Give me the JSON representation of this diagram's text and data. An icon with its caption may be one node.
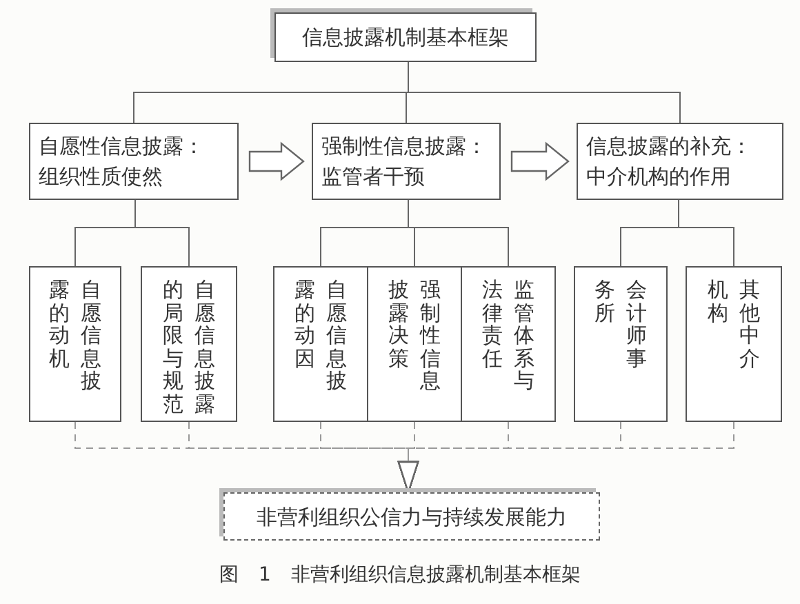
{
  "diagram": {
    "caption": "图 1 非营利组织信息披露机制基本框架",
    "nodes": [
      {
        "text": [
          "信息披露机制基本框架"
        ]
      },
      {
        "text": [
          "自愿性信息披露：",
          "组织性质使然"
        ]
      },
      {
        "text": [
          "强制性信息披露：",
          "监管者干预"
        ]
      },
      {
        "text": [
          "信息披露的补充：",
          "中介机构的作用"
        ]
      },
      {
        "text": [
          "自愿信息披露的动机"
        ]
      },
      {
        "text": [
          "自愿信息披露的局限与规范"
        ]
      },
      {
        "text": [
          "自愿信息披露的动因"
        ]
      },
      {
        "text": [
          "强制性信息披露决策"
        ]
      },
      {
        "text": [
          "监管体系与法律责任"
        ]
      },
      {
        "text": [
          "会计师事务所"
        ]
      },
      {
        "text": [
          "其他中介机构"
        ]
      },
      {
        "text": [
          "非营利组织公信力与持续发展能力"
        ]
      }
    ],
    "edges": [
      {
        "from": 0,
        "to": 1,
        "arrow": "none"
      },
      {
        "from": 0,
        "to": 2,
        "arrow": "none"
      },
      {
        "from": 0,
        "to": 3,
        "arrow": "none"
      },
      {
        "from": 1,
        "to": 2,
        "arrow": "to"
      },
      {
        "from": 2,
        "to": 3,
        "arrow": "to"
      },
      {
        "from": 1,
        "to": 4,
        "arrow": "none"
      },
      {
        "from": 1,
        "to": 5,
        "arrow": "none"
      },
      {
        "from": 2,
        "to": 6,
        "arrow": "none"
      },
      {
        "from": 2,
        "to": 7,
        "arrow": "none"
      },
      {
        "from": 2,
        "to": 8,
        "arrow": "none"
      },
      {
        "from": 3,
        "to": 9,
        "arrow": "none"
      },
      {
        "from": 3,
        "to": 10,
        "arrow": "none"
      },
      {
        "from": 4,
        "to": 11,
        "arrow": "to",
        "style": "dashed"
      },
      {
        "from": 5,
        "to": 11,
        "arrow": "to",
        "style": "dashed"
      },
      {
        "from": 6,
        "to": 11,
        "arrow": "to",
        "style": "dashed"
      },
      {
        "from": 7,
        "to": 11,
        "arrow": "to",
        "style": "dashed"
      },
      {
        "from": 8,
        "to": 11,
        "arrow": "to",
        "style": "dashed"
      },
      {
        "from": 9,
        "to": 11,
        "arrow": "to",
        "style": "dashed"
      },
      {
        "from": 10,
        "to": 11,
        "arrow": "to",
        "style": "dashed"
      }
    ]
  }
}
